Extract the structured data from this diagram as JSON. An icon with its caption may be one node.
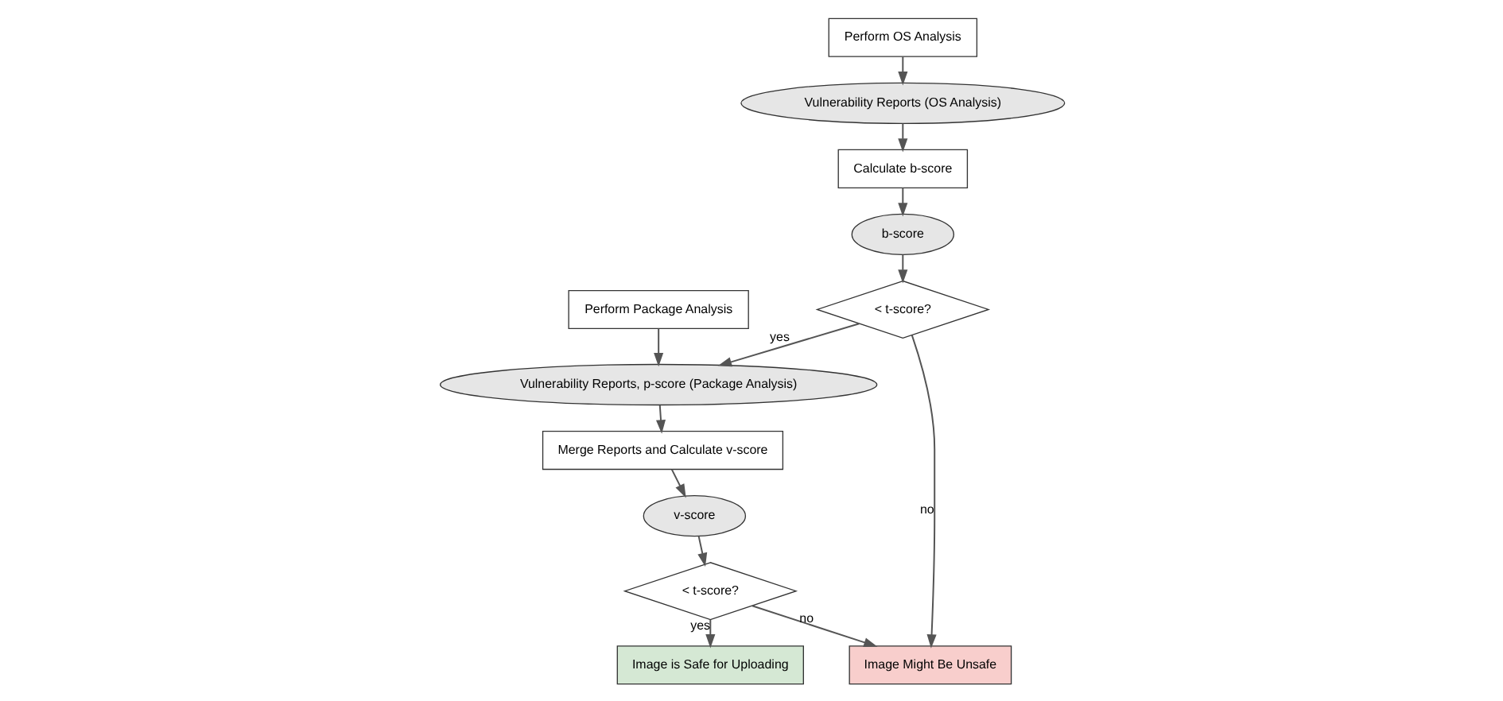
{
  "diagram": {
    "nodes": [
      {
        "text": [
          "Perform OS Analysis"
        ]
      },
      {
        "text": [
          "Vulnerability Reports (OS Analysis)"
        ]
      },
      {
        "text": [
          "Calculate b-score"
        ]
      },
      {
        "text": [
          "b-score"
        ]
      },
      {
        "text": [
          "< t-score?"
        ]
      },
      {
        "text": [
          "Perform Package Analysis"
        ]
      },
      {
        "text": [
          "Vulnerability Reports, p-score (Package Analysis)"
        ]
      },
      {
        "text": [
          "Merge Reports and Calculate v-score"
        ]
      },
      {
        "text": [
          "v-score"
        ]
      },
      {
        "text": [
          "< t-score?"
        ]
      },
      {
        "text": [
          "Image is Safe for Uploading"
        ]
      },
      {
        "text": [
          "Image Might Be Unsafe"
        ]
      }
    ],
    "edges": [
      {
        "from": 0,
        "to": 1,
        "arrow": "to"
      },
      {
        "from": 1,
        "to": 2,
        "arrow": "to"
      },
      {
        "from": 2,
        "to": 3,
        "arrow": "to"
      },
      {
        "from": 3,
        "to": 4,
        "arrow": "to"
      },
      {
        "from": 4,
        "to": 6,
        "arrow": "to",
        "label": "yes"
      },
      {
        "from": 4,
        "to": 11,
        "arrow": "to",
        "label": "no"
      },
      {
        "from": 5,
        "to": 6,
        "arrow": "to"
      },
      {
        "from": 6,
        "to": 7,
        "arrow": "to"
      },
      {
        "from": 7,
        "to": 8,
        "arrow": "to"
      },
      {
        "from": 8,
        "to": 9,
        "arrow": "to"
      },
      {
        "from": 9,
        "to": 10,
        "arrow": "to",
        "label": "yes"
      },
      {
        "from": 9,
        "to": 11,
        "arrow": "to",
        "label": "no"
      }
    ]
  }
}
